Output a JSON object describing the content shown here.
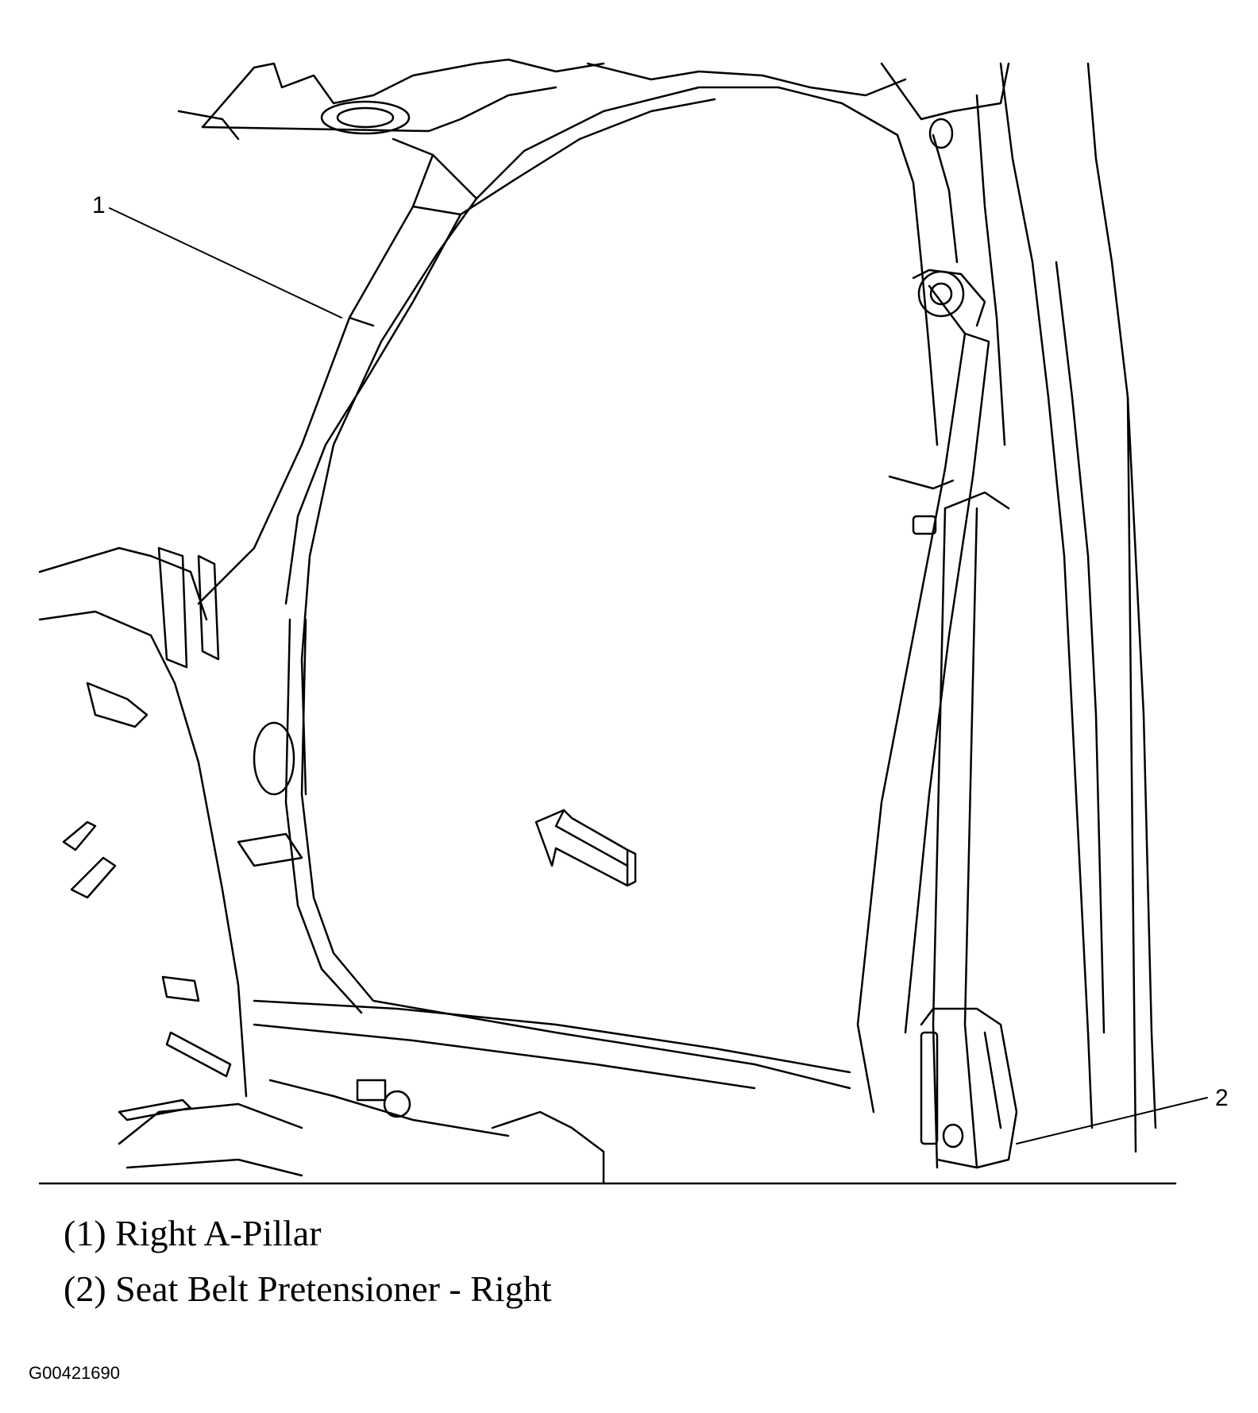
{
  "callouts": [
    {
      "number": "1",
      "label": "(1) Right A-Pillar"
    },
    {
      "number": "2",
      "label": "(2) Seat Belt Pretensioner - Right"
    }
  ],
  "figure_id": "G00421690",
  "colors": {
    "line": "#000000",
    "background": "#ffffff"
  }
}
